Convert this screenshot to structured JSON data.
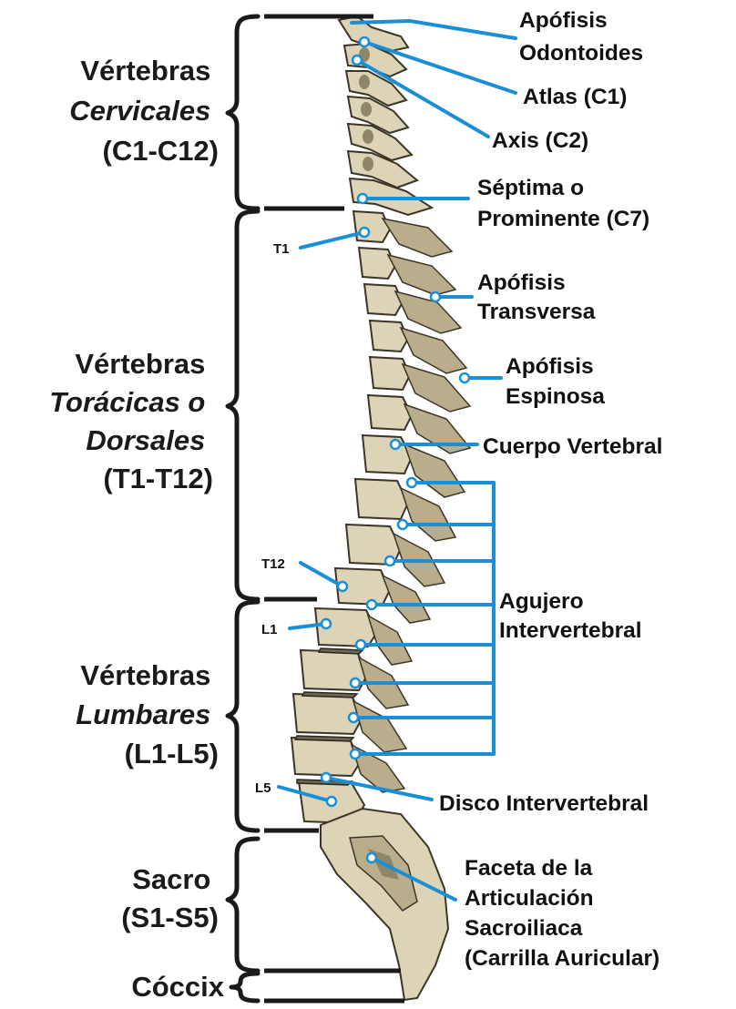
{
  "regions": {
    "cervical": {
      "line1": "Vértebras",
      "line2": "Cervicales",
      "line3": "(C1-C12)"
    },
    "thoracic": {
      "line1": "Vértebras",
      "line2": "Torácicas o",
      "line3": "Dorsales",
      "line4": "(T1-T12)"
    },
    "lumbar": {
      "line1": "Vértebras",
      "line2": "Lumbares",
      "line3": "(L1-L5)"
    },
    "sacrum": {
      "line1": "Sacro",
      "line2": "(S1-S5)"
    },
    "coccyx": {
      "line1": "Cóccix"
    }
  },
  "parts": {
    "odontoid": {
      "line1": "Apófisis",
      "line2": "Odontoides"
    },
    "atlas": "Atlas (C1)",
    "axis": "Axis (C2)",
    "c7": {
      "line1": "Séptima o",
      "line2": "Prominente (C7)"
    },
    "transverse": {
      "line1": "Apófisis",
      "line2": "Transversa"
    },
    "spinous": {
      "line1": "Apófisis",
      "line2": "Espinosa"
    },
    "body": "Cuerpo Vertebral",
    "foramen": {
      "line1": "Agujero",
      "line2": "Intervertebral"
    },
    "disc": "Disco Intervertebral",
    "facet": {
      "line1": "Faceta de la",
      "line2": "Articulación",
      "line3": "Sacroiliaca",
      "line4": "(Carrilla Auricular)"
    }
  },
  "markers": {
    "t1": "T1",
    "t12": "T12",
    "l1": "L1",
    "l5": "L5"
  },
  "colors": {
    "leader": "#1a8fd6",
    "bone": "#ddd3b6",
    "text": "#1a1a1a"
  }
}
